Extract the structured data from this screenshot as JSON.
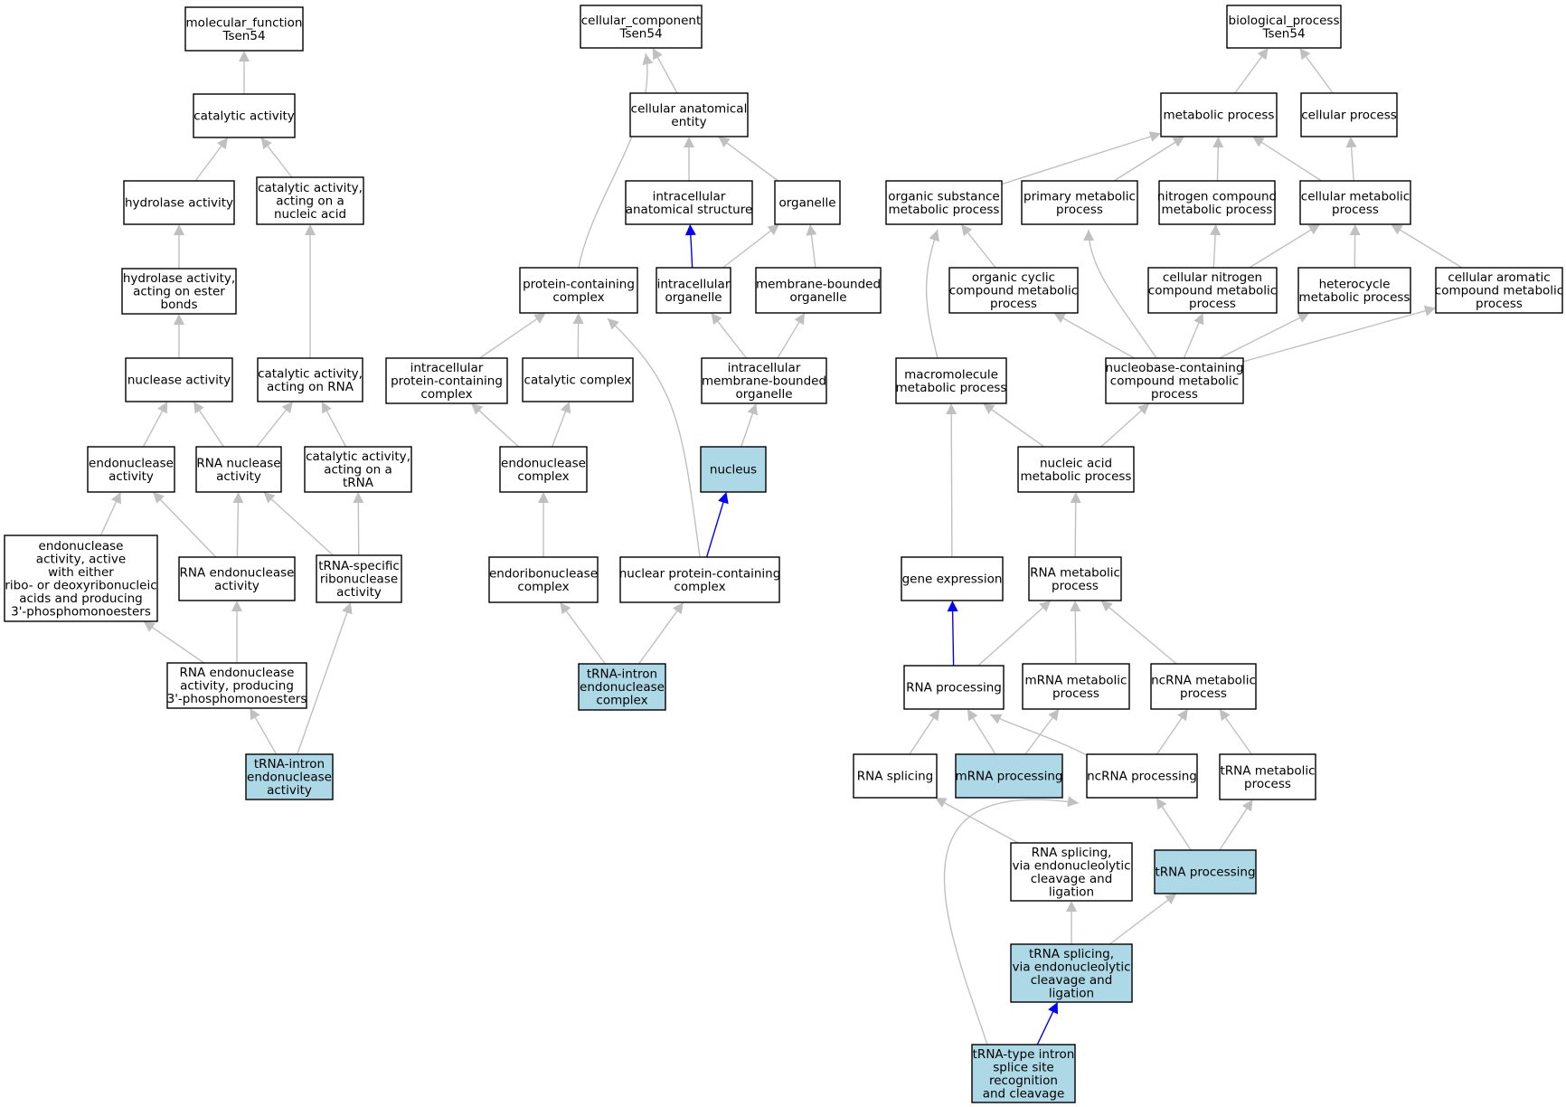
{
  "colors": {
    "highlight": "#add8e6",
    "edge_default": "#c0c0c0",
    "edge_emphasis": "#0000ff",
    "border": "#000000"
  },
  "nodes": [
    {
      "id": "mf_root",
      "label": "molecular_function\nTsen54"
    },
    {
      "id": "mf_catalytic",
      "label": "catalytic activity"
    },
    {
      "id": "mf_hydrolase",
      "label": "hydrolase activity"
    },
    {
      "id": "mf_cat_nucleic",
      "label": "catalytic activity,\nacting on a\nnucleic acid"
    },
    {
      "id": "mf_hydrolase_ester",
      "label": "hydrolase activity,\nacting on ester\nbonds"
    },
    {
      "id": "mf_nuclease",
      "label": "nuclease activity"
    },
    {
      "id": "mf_cat_rna",
      "label": "catalytic activity,\nacting on RNA"
    },
    {
      "id": "mf_endonuclease",
      "label": "endonuclease\nactivity"
    },
    {
      "id": "mf_rna_nuclease",
      "label": "RNA nuclease\nactivity"
    },
    {
      "id": "mf_cat_trna",
      "label": "catalytic activity,\nacting on a\ntRNA"
    },
    {
      "id": "mf_endo_either",
      "label": "endonuclease\nactivity, active\nwith either\nribo- or deoxyribonucleic\nacids and producing\n3'-phosphomonoesters"
    },
    {
      "id": "mf_rna_endo",
      "label": "RNA endonuclease\nactivity"
    },
    {
      "id": "mf_trna_specific",
      "label": "tRNA-specific\nribonuclease\nactivity"
    },
    {
      "id": "mf_rna_endo_3p",
      "label": "RNA endonuclease\nactivity, producing\n3'-phosphomonoesters"
    },
    {
      "id": "mf_trna_intron_act",
      "label": "tRNA-intron\nendonuclease\nactivity",
      "highlight": true
    },
    {
      "id": "cc_root",
      "label": "cellular_component\nTsen54"
    },
    {
      "id": "cc_anat",
      "label": "cellular anatomical\nentity"
    },
    {
      "id": "cc_intra_anat",
      "label": "intracellular\nanatomical structure"
    },
    {
      "id": "cc_organelle",
      "label": "organelle"
    },
    {
      "id": "cc_protein_complex",
      "label": "protein-containing\ncomplex"
    },
    {
      "id": "cc_intra_organelle",
      "label": "intracellular\norganelle"
    },
    {
      "id": "cc_membrane_organelle",
      "label": "membrane-bounded\norganelle"
    },
    {
      "id": "cc_intra_protein_complex",
      "label": "intracellular\nprotein-containing\ncomplex"
    },
    {
      "id": "cc_catalytic_complex",
      "label": "catalytic complex"
    },
    {
      "id": "cc_intra_membrane_organelle",
      "label": "intracellular\nmembrane-bounded\norganelle"
    },
    {
      "id": "cc_endonuclease_complex",
      "label": "endonuclease\ncomplex"
    },
    {
      "id": "cc_nucleus",
      "label": "nucleus",
      "highlight": true
    },
    {
      "id": "cc_endoribonuclease_complex",
      "label": "endoribonuclease\ncomplex"
    },
    {
      "id": "cc_nuclear_protein_complex",
      "label": "nuclear protein-containing\ncomplex"
    },
    {
      "id": "cc_trna_intron_complex",
      "label": "tRNA-intron\nendonuclease\ncomplex",
      "highlight": true
    },
    {
      "id": "bp_root",
      "label": "biological_process\nTsen54"
    },
    {
      "id": "bp_metabolic",
      "label": "metabolic process"
    },
    {
      "id": "bp_cellular",
      "label": "cellular process"
    },
    {
      "id": "bp_organic_substance",
      "label": "organic substance\nmetabolic process"
    },
    {
      "id": "bp_primary",
      "label": "primary metabolic\nprocess"
    },
    {
      "id": "bp_nitrogen",
      "label": "nitrogen compound\nmetabolic process"
    },
    {
      "id": "bp_cell_metabolic",
      "label": "cellular metabolic\nprocess"
    },
    {
      "id": "bp_organic_cyclic",
      "label": "organic cyclic\ncompound metabolic\nprocess"
    },
    {
      "id": "bp_cell_nitrogen",
      "label": "cellular nitrogen\ncompound metabolic\nprocess"
    },
    {
      "id": "bp_heterocycle",
      "label": "heterocycle\nmetabolic process"
    },
    {
      "id": "bp_aromatic",
      "label": "cellular aromatic\ncompound metabolic\nprocess"
    },
    {
      "id": "bp_macromolecule",
      "label": "macromolecule\nmetabolic process"
    },
    {
      "id": "bp_nucleobase",
      "label": "nucleobase-containing\ncompound metabolic\nprocess"
    },
    {
      "id": "bp_nucleic_acid",
      "label": "nucleic acid\nmetabolic process"
    },
    {
      "id": "bp_gene_expression",
      "label": "gene expression"
    },
    {
      "id": "bp_rna_metabolic",
      "label": "RNA metabolic\nprocess"
    },
    {
      "id": "bp_rna_processing",
      "label": "RNA processing"
    },
    {
      "id": "bp_mrna_metabolic",
      "label": "mRNA metabolic\nprocess"
    },
    {
      "id": "bp_ncrna_metabolic",
      "label": "ncRNA metabolic\nprocess"
    },
    {
      "id": "bp_rna_splicing",
      "label": "RNA splicing"
    },
    {
      "id": "bp_mrna_processing",
      "label": "mRNA processing",
      "highlight": true
    },
    {
      "id": "bp_ncrna_processing",
      "label": "ncRNA processing"
    },
    {
      "id": "bp_trna_metabolic",
      "label": "tRNA metabolic\nprocess"
    },
    {
      "id": "bp_rna_splicing_endo",
      "label": "RNA splicing,\nvia endonucleolytic\ncleavage and\nligation"
    },
    {
      "id": "bp_trna_processing",
      "label": "tRNA processing",
      "highlight": true
    },
    {
      "id": "bp_trna_splicing",
      "label": "tRNA splicing,\nvia endonucleolytic\ncleavage and\nligation",
      "highlight": true
    },
    {
      "id": "bp_trna_intron_splice",
      "label": "tRNA-type intron\nsplice site\nrecognition\nand cleavage",
      "highlight": true
    }
  ],
  "edges": [
    {
      "from": "mf_catalytic",
      "to": "mf_root"
    },
    {
      "from": "mf_hydrolase",
      "to": "mf_catalytic"
    },
    {
      "from": "mf_cat_nucleic",
      "to": "mf_catalytic"
    },
    {
      "from": "mf_hydrolase_ester",
      "to": "mf_hydrolase"
    },
    {
      "from": "mf_nuclease",
      "to": "mf_hydrolase_ester"
    },
    {
      "from": "mf_cat_rna",
      "to": "mf_cat_nucleic"
    },
    {
      "from": "mf_endonuclease",
      "to": "mf_nuclease"
    },
    {
      "from": "mf_rna_nuclease",
      "to": "mf_nuclease"
    },
    {
      "from": "mf_rna_nuclease",
      "to": "mf_cat_rna"
    },
    {
      "from": "mf_cat_trna",
      "to": "mf_cat_rna"
    },
    {
      "from": "mf_endo_either",
      "to": "mf_endonuclease"
    },
    {
      "from": "mf_rna_endo",
      "to": "mf_endonuclease"
    },
    {
      "from": "mf_rna_endo",
      "to": "mf_rna_nuclease"
    },
    {
      "from": "mf_trna_specific",
      "to": "mf_rna_nuclease"
    },
    {
      "from": "mf_trna_specific",
      "to": "mf_cat_trna"
    },
    {
      "from": "mf_rna_endo_3p",
      "to": "mf_endo_either"
    },
    {
      "from": "mf_rna_endo_3p",
      "to": "mf_rna_endo"
    },
    {
      "from": "mf_trna_intron_act",
      "to": "mf_rna_endo_3p"
    },
    {
      "from": "mf_trna_intron_act",
      "to": "mf_trna_specific"
    },
    {
      "from": "cc_anat",
      "to": "cc_root"
    },
    {
      "from": "cc_protein_complex",
      "to": "cc_root"
    },
    {
      "from": "cc_intra_anat",
      "to": "cc_anat"
    },
    {
      "from": "cc_organelle",
      "to": "cc_anat"
    },
    {
      "from": "cc_intra_organelle",
      "to": "cc_intra_anat",
      "emphasis": true
    },
    {
      "from": "cc_intra_organelle",
      "to": "cc_organelle"
    },
    {
      "from": "cc_membrane_organelle",
      "to": "cc_organelle"
    },
    {
      "from": "cc_intra_protein_complex",
      "to": "cc_protein_complex"
    },
    {
      "from": "cc_catalytic_complex",
      "to": "cc_protein_complex"
    },
    {
      "from": "cc_nuclear_protein_complex",
      "to": "cc_protein_complex"
    },
    {
      "from": "cc_intra_membrane_organelle",
      "to": "cc_intra_organelle"
    },
    {
      "from": "cc_intra_membrane_organelle",
      "to": "cc_membrane_organelle"
    },
    {
      "from": "cc_endonuclease_complex",
      "to": "cc_intra_protein_complex"
    },
    {
      "from": "cc_endonuclease_complex",
      "to": "cc_catalytic_complex"
    },
    {
      "from": "cc_nucleus",
      "to": "cc_intra_membrane_organelle"
    },
    {
      "from": "cc_endoribonuclease_complex",
      "to": "cc_endonuclease_complex"
    },
    {
      "from": "cc_nuclear_protein_complex",
      "to": "cc_nucleus",
      "emphasis": true
    },
    {
      "from": "cc_trna_intron_complex",
      "to": "cc_endoribonuclease_complex"
    },
    {
      "from": "cc_trna_intron_complex",
      "to": "cc_nuclear_protein_complex"
    },
    {
      "from": "bp_metabolic",
      "to": "bp_root"
    },
    {
      "from": "bp_cellular",
      "to": "bp_root"
    },
    {
      "from": "bp_organic_substance",
      "to": "bp_metabolic"
    },
    {
      "from": "bp_primary",
      "to": "bp_metabolic"
    },
    {
      "from": "bp_nitrogen",
      "to": "bp_metabolic"
    },
    {
      "from": "bp_cell_metabolic",
      "to": "bp_metabolic"
    },
    {
      "from": "bp_cell_metabolic",
      "to": "bp_cellular"
    },
    {
      "from": "bp_organic_cyclic",
      "to": "bp_organic_substance"
    },
    {
      "from": "bp_macromolecule",
      "to": "bp_organic_substance"
    },
    {
      "from": "bp_cell_nitrogen",
      "to": "bp_nitrogen"
    },
    {
      "from": "bp_cell_nitrogen",
      "to": "bp_cell_metabolic"
    },
    {
      "from": "bp_heterocycle",
      "to": "bp_cell_metabolic"
    },
    {
      "from": "bp_aromatic",
      "to": "bp_cell_metabolic"
    },
    {
      "from": "bp_nucleobase",
      "to": "bp_primary"
    },
    {
      "from": "bp_nucleobase",
      "to": "bp_organic_cyclic"
    },
    {
      "from": "bp_nucleobase",
      "to": "bp_cell_nitrogen"
    },
    {
      "from": "bp_nucleobase",
      "to": "bp_heterocycle"
    },
    {
      "from": "bp_nucleobase",
      "to": "bp_aromatic"
    },
    {
      "from": "bp_nucleic_acid",
      "to": "bp_macromolecule"
    },
    {
      "from": "bp_nucleic_acid",
      "to": "bp_nucleobase"
    },
    {
      "from": "bp_gene_expression",
      "to": "bp_macromolecule"
    },
    {
      "from": "bp_rna_metabolic",
      "to": "bp_nucleic_acid"
    },
    {
      "from": "bp_rna_processing",
      "to": "bp_gene_expression",
      "emphasis": true
    },
    {
      "from": "bp_rna_processing",
      "to": "bp_rna_metabolic"
    },
    {
      "from": "bp_mrna_metabolic",
      "to": "bp_rna_metabolic"
    },
    {
      "from": "bp_ncrna_metabolic",
      "to": "bp_rna_metabolic"
    },
    {
      "from": "bp_rna_splicing",
      "to": "bp_rna_processing"
    },
    {
      "from": "bp_mrna_processing",
      "to": "bp_rna_processing"
    },
    {
      "from": "bp_mrna_processing",
      "to": "bp_mrna_metabolic"
    },
    {
      "from": "bp_ncrna_processing",
      "to": "bp_rna_processing"
    },
    {
      "from": "bp_ncrna_processing",
      "to": "bp_ncrna_metabolic"
    },
    {
      "from": "bp_trna_metabolic",
      "to": "bp_ncrna_metabolic"
    },
    {
      "from": "bp_rna_splicing_endo",
      "to": "bp_rna_splicing"
    },
    {
      "from": "bp_trna_processing",
      "to": "bp_ncrna_processing"
    },
    {
      "from": "bp_trna_processing",
      "to": "bp_trna_metabolic"
    },
    {
      "from": "bp_trna_splicing",
      "to": "bp_rna_splicing_endo"
    },
    {
      "from": "bp_trna_splicing",
      "to": "bp_trna_processing"
    },
    {
      "from": "bp_trna_intron_splice",
      "to": "bp_trna_splicing",
      "emphasis": true
    },
    {
      "from": "bp_trna_intron_splice",
      "to": "bp_ncrna_processing"
    }
  ]
}
